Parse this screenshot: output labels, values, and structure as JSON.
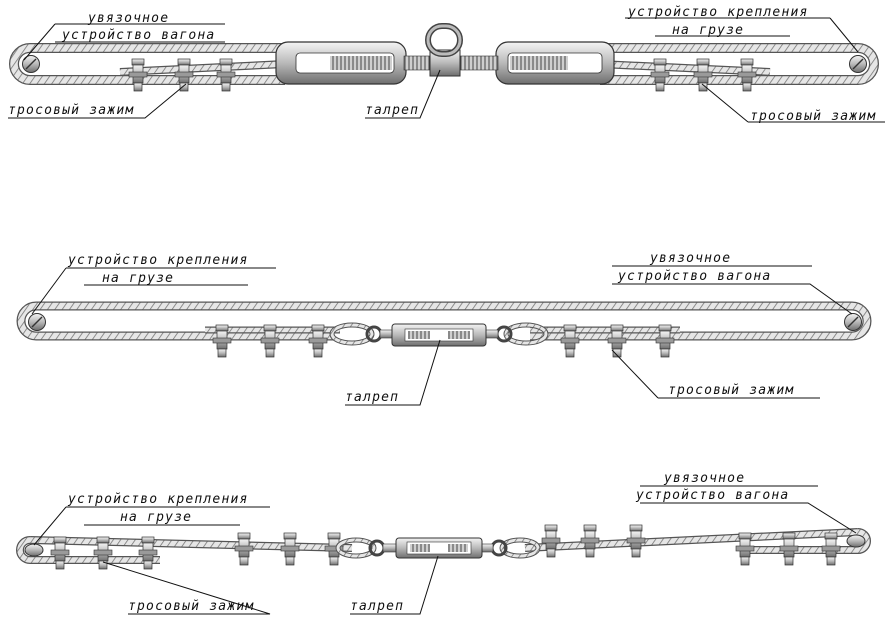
{
  "diagram": {
    "panels": [
      {
        "id": "top",
        "labels": {
          "left_top_1": "увязочное",
          "left_top_2": "устройство вагона",
          "left_bottom": "тросовый зажим",
          "center": "талреп",
          "right_top_1": "устройство крепления",
          "right_top_2": "на грузе",
          "right_bottom": "тросовый зажим"
        }
      },
      {
        "id": "middle",
        "labels": {
          "left_top_1": "устройство крепления",
          "left_top_2": "на грузе",
          "right_top_1": "увязочное",
          "right_top_2": "устройство вагона",
          "center": "талреп",
          "right_bottom": "тросовый зажим"
        }
      },
      {
        "id": "bottom",
        "labels": {
          "left_top_1": "устройство крепления",
          "left_top_2": "на грузе",
          "right_top_1": "увязочное",
          "right_top_2": "устройство вагона",
          "left_bottom": "тросовый зажим",
          "center": "талреп"
        }
      }
    ]
  }
}
